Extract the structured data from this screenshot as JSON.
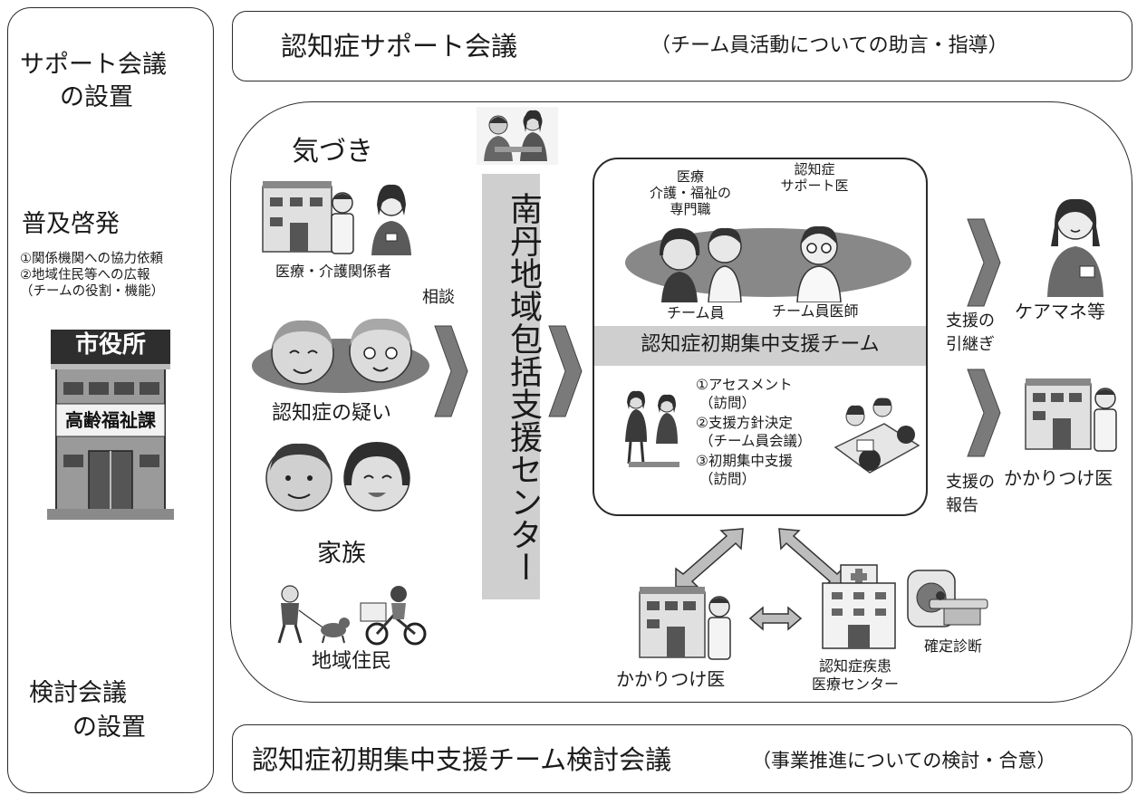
{
  "left_panel": {
    "support_title": "サポート会議",
    "support_suffix": "の設置",
    "awareness_title": "普及啓発",
    "awareness_item1": "①関係機関への協力依頼",
    "awareness_item2": "②地域住民等への広報",
    "awareness_item3": "（チームの役割・機能）",
    "city_hall_sign": "市役所",
    "city_hall_dept": "高齢福祉課",
    "review_title": "検討会議",
    "review_suffix": "の設置"
  },
  "top_banner": {
    "title": "認知症サポート会議",
    "subtitle": "（チーム員活動についての助言・指導）"
  },
  "bottom_banner": {
    "title": "認知症初期集中支援チーム検討会議",
    "subtitle": "（事業推進についての検討・合意）"
  },
  "notice": {
    "heading": "気づき",
    "medical_staff": "医療・介護関係者",
    "suspected": "認知症の疑い",
    "family": "家族",
    "residents": "地域住民",
    "consult": "相談"
  },
  "center": {
    "name": "南丹地域包括支援センター"
  },
  "team": {
    "professionals_line1": "医療",
    "professionals_line2": "介護・福祉の",
    "professionals_line3": "専門職",
    "support_doctor_line1": "認知症",
    "support_doctor_line2": "サポート医",
    "member": "チーム員",
    "member_doctor": "チーム員医師",
    "name": "認知症初期集中支援チーム",
    "step1": "①アセスメント",
    "step1_note": "（訪問）",
    "step2": "②支援方針決定",
    "step2_note": "（チーム員会議）",
    "step3": "③初期集中支援",
    "step3_note": "（訪問）"
  },
  "right": {
    "handover_line1": "支援の",
    "handover_line2": "引継ぎ",
    "care_manager": "ケアマネ等",
    "report_line1": "支援の",
    "report_line2": "報告",
    "family_doctor": "かかりつけ医"
  },
  "bottom": {
    "family_doctor": "かかりつけ医",
    "dementia_center_line1": "認知症疾患",
    "dementia_center_line2": "医療センター",
    "diagnosis": "確定診断"
  },
  "colors": {
    "arrow": "#7a7a7a",
    "band": "#cfcfcf",
    "line": "#2a2a2a"
  }
}
